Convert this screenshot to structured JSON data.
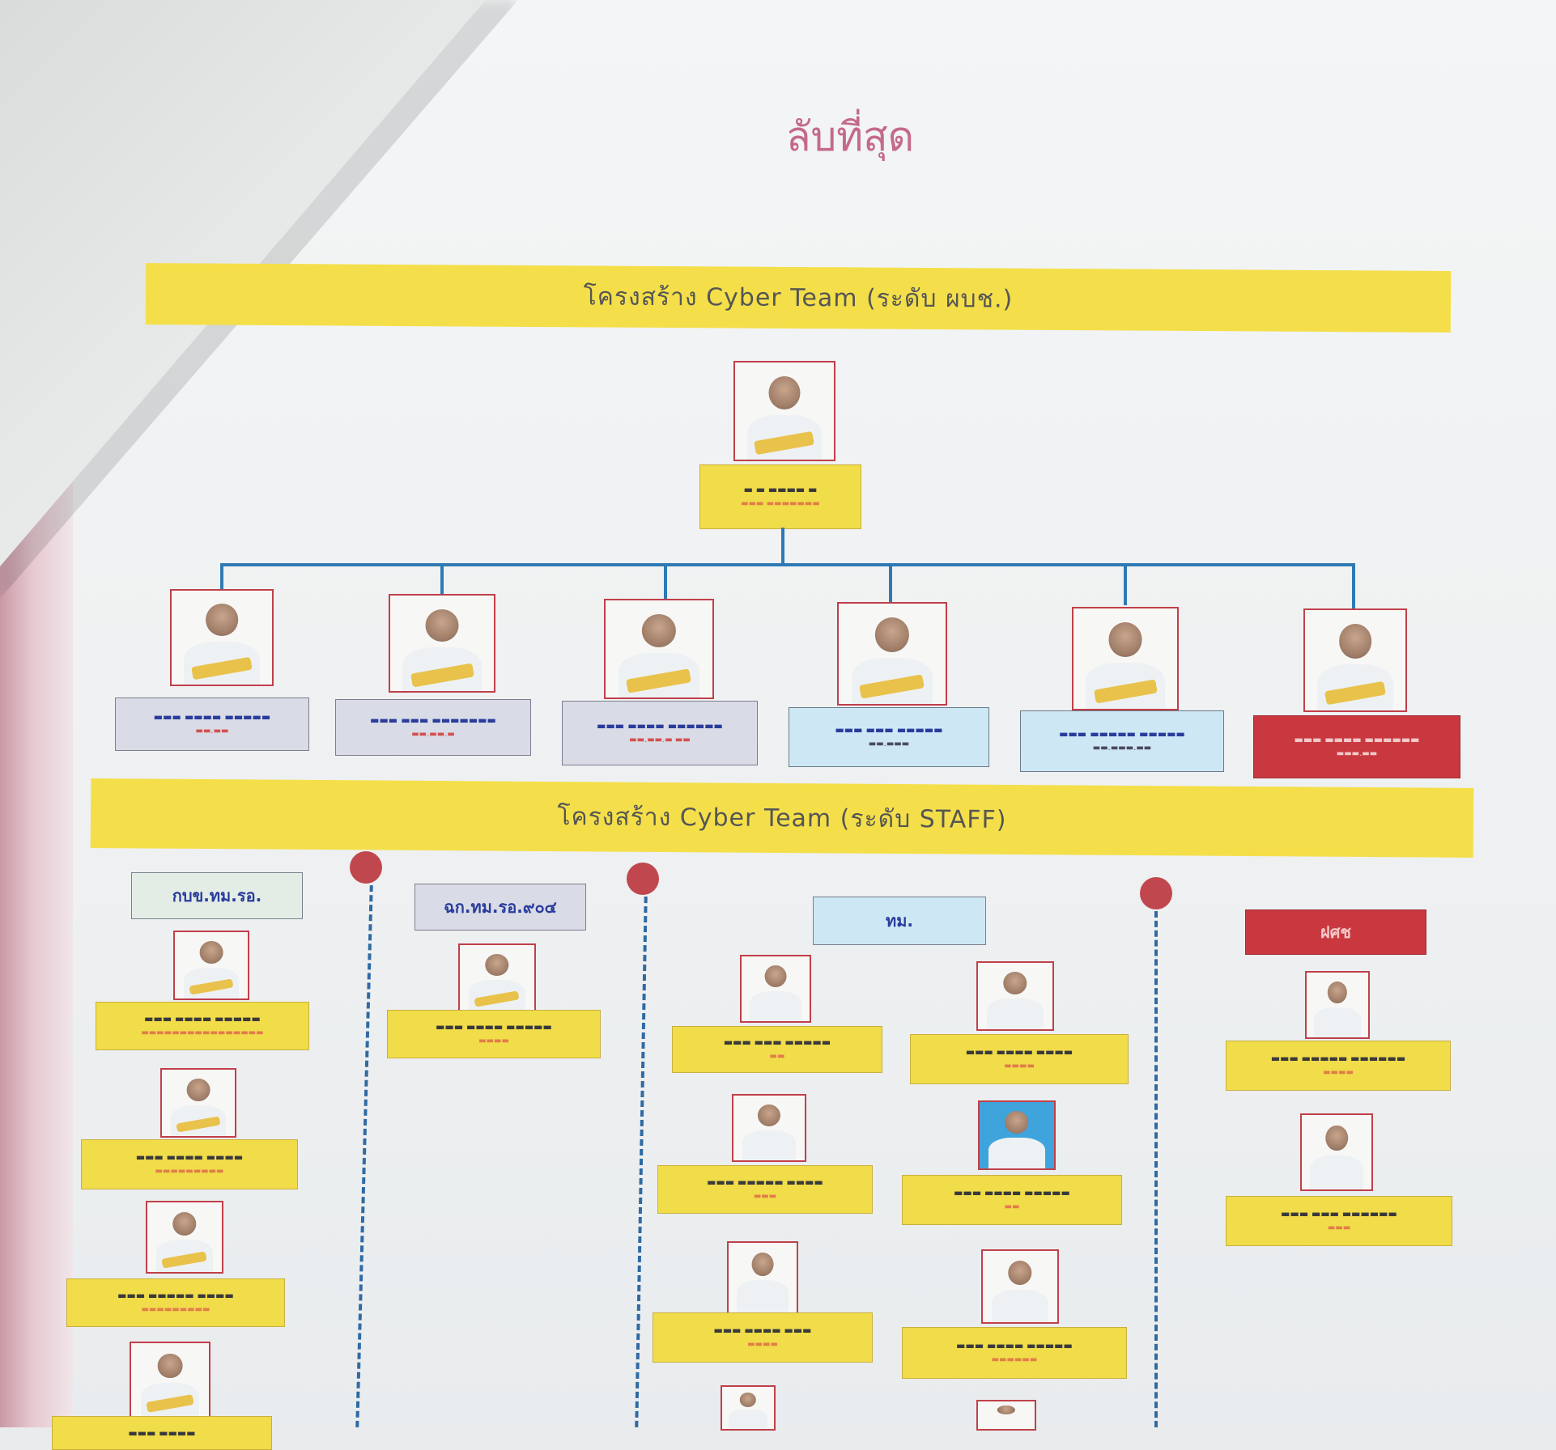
{
  "classification": "ลับที่สุด",
  "banners": {
    "executive": "โครงสร้าง  Cyber Team (ระดับ ผบช.)",
    "staff": "โครงสร้าง  Cyber Team (ระดับ STAFF)"
  },
  "units": {
    "col1": "กบข.ทม.รอ.",
    "col2": "ฉก.ทม.รอ.๙๐๔",
    "col3": "ทม.",
    "col4": "ฝศช"
  },
  "colors": {
    "banner": "#f4df4a",
    "card": "#f1dc4a",
    "connector": "#2f7ab4",
    "divider_dot": "#c0474d",
    "classification": "#c46a8a"
  }
}
